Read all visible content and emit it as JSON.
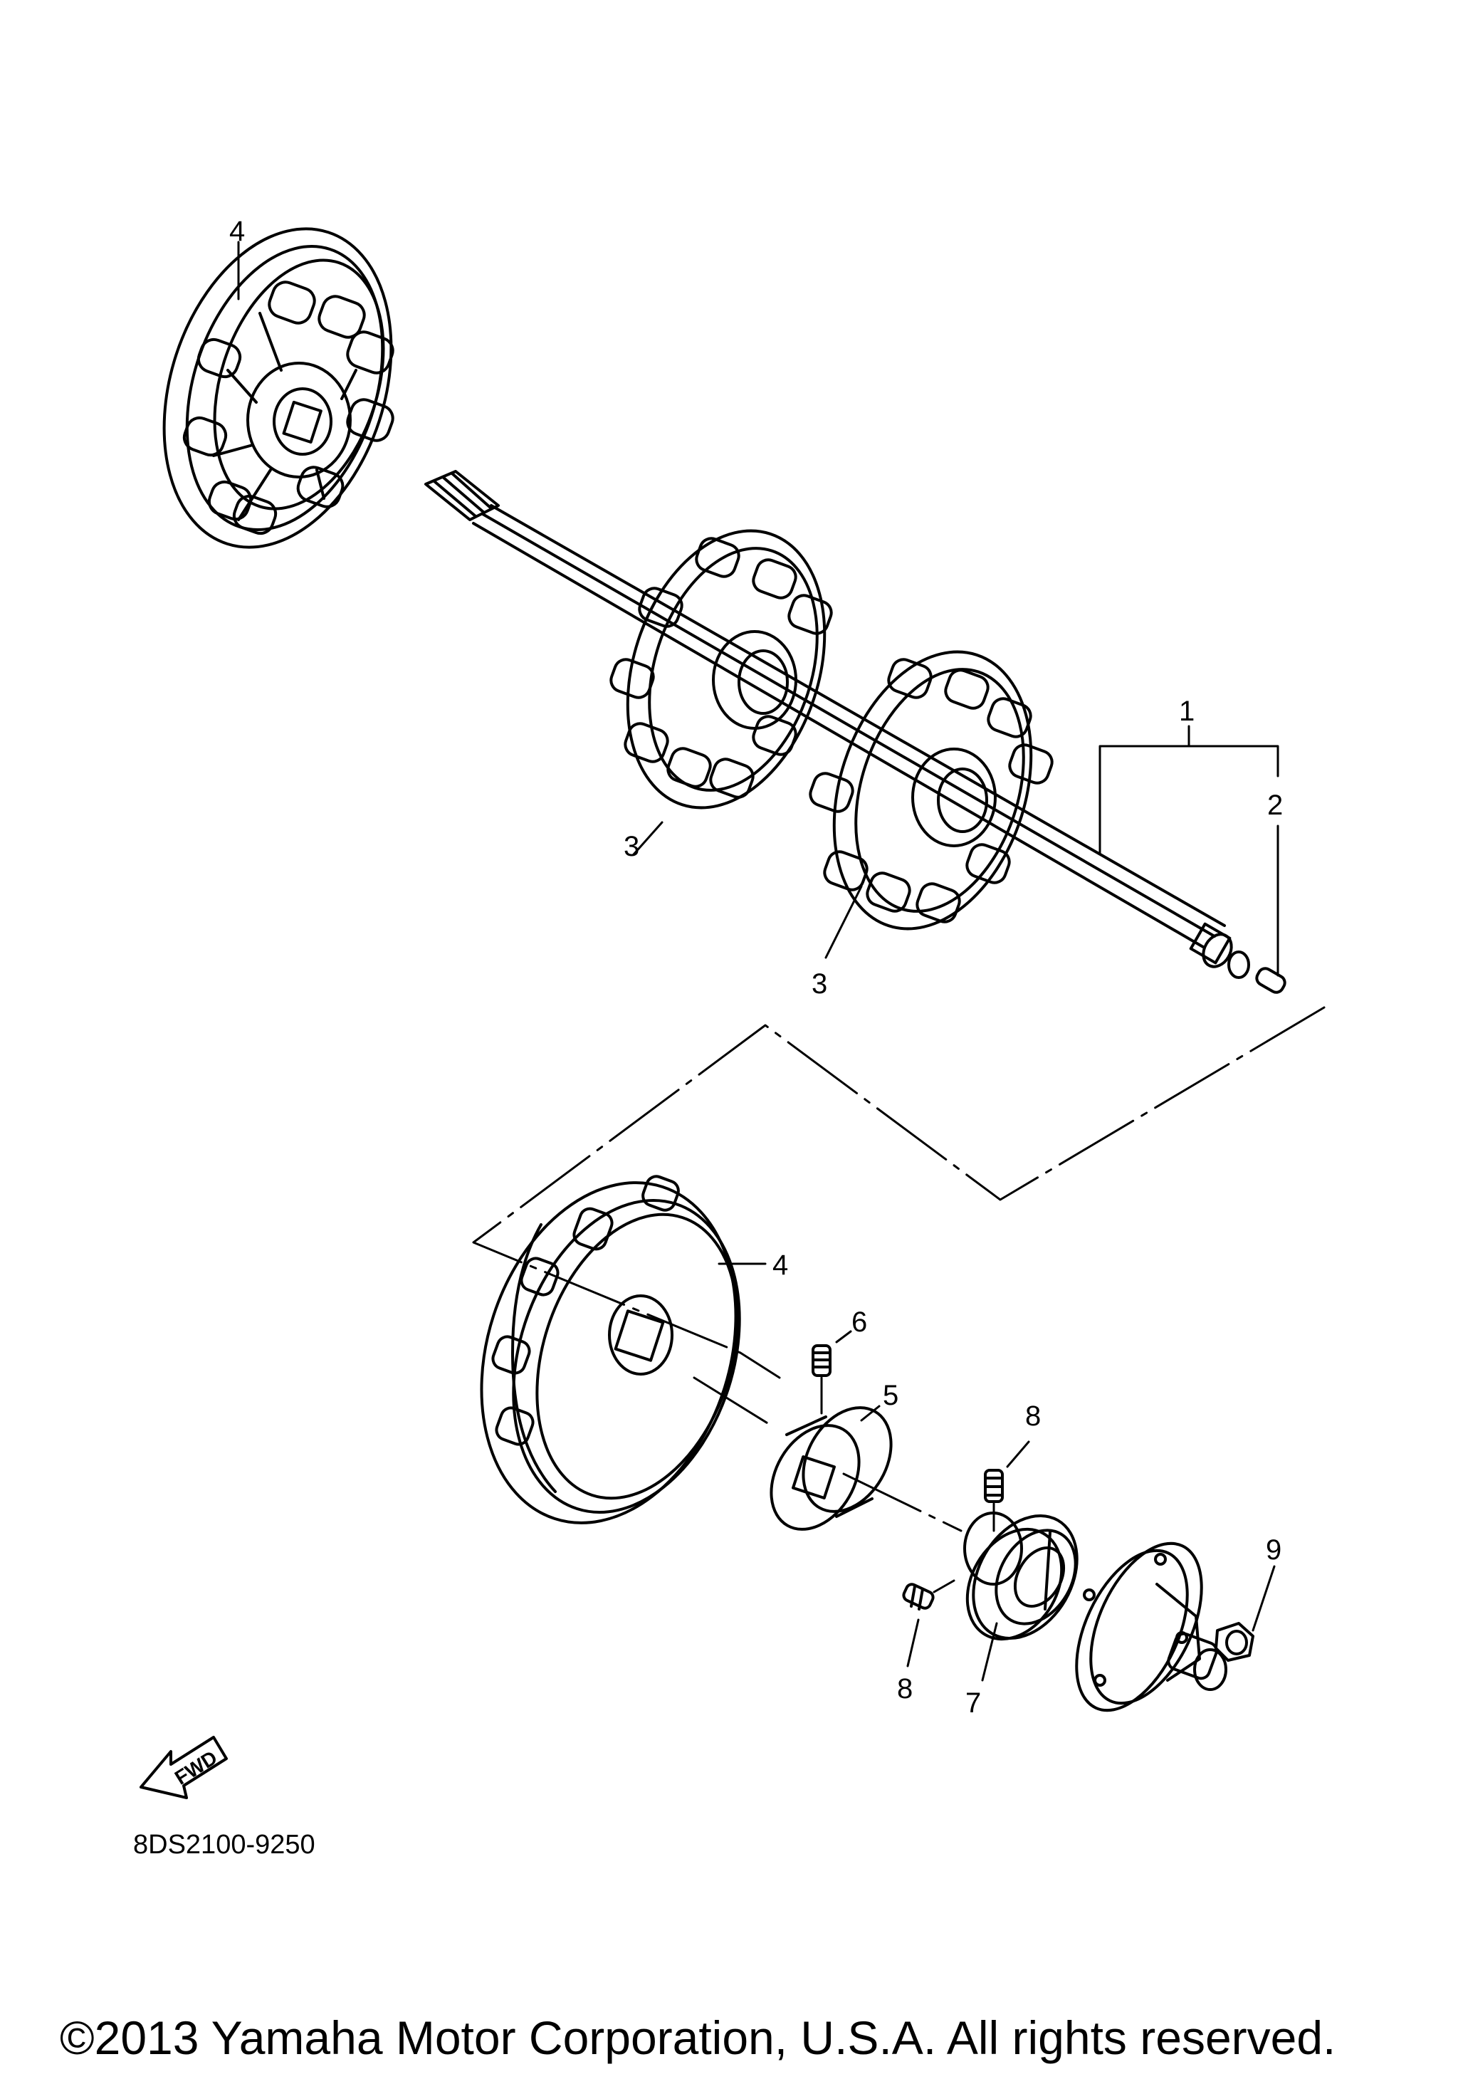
{
  "diagram": {
    "callouts": [
      {
        "id": "4a",
        "label": "4"
      },
      {
        "id": "1",
        "label": "1"
      },
      {
        "id": "2",
        "label": "2"
      },
      {
        "id": "3a",
        "label": "3"
      },
      {
        "id": "3b",
        "label": "3"
      },
      {
        "id": "4b",
        "label": "4"
      },
      {
        "id": "6",
        "label": "6"
      },
      {
        "id": "5",
        "label": "5"
      },
      {
        "id": "8a",
        "label": "8"
      },
      {
        "id": "9",
        "label": "9"
      },
      {
        "id": "8b",
        "label": "8"
      },
      {
        "id": "7",
        "label": "7"
      }
    ],
    "fwd_label": "FWD",
    "diagram_code": "8DS2100-9250",
    "copyright": "©2013 Yamaha Motor Corporation, U.S.A. All rights reserved."
  }
}
